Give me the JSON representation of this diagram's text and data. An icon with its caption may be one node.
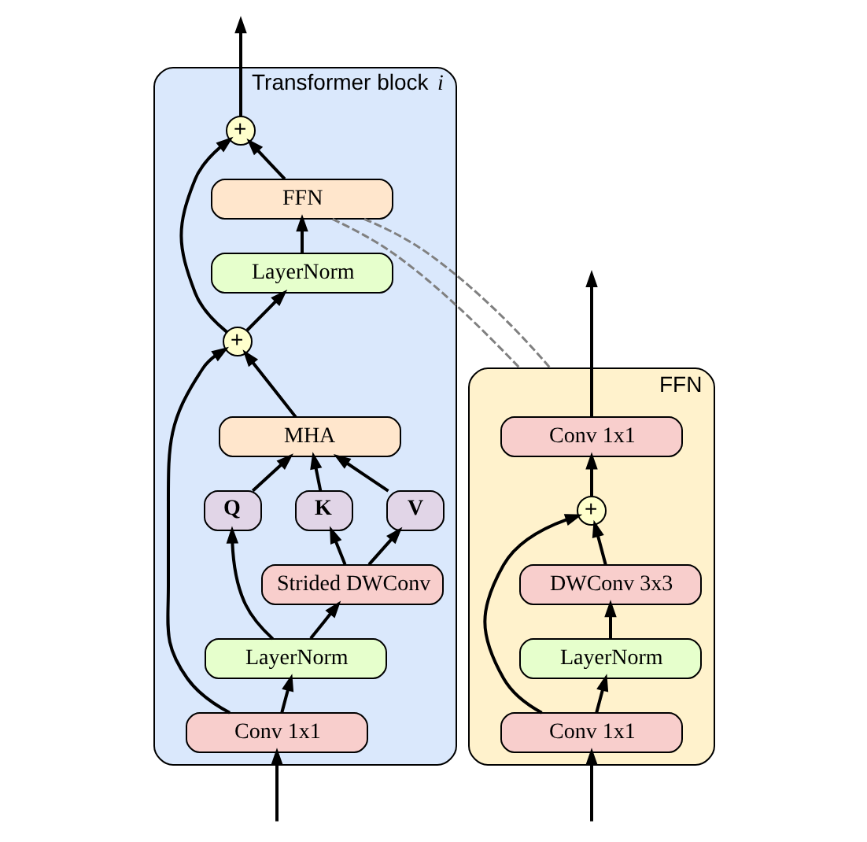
{
  "diagram": {
    "nodes": [
      {
        "text": [
          "Transformer block *i*"
        ]
      },
      {
        "text": [
          "+"
        ],
        "in": 0
      },
      {
        "text": [
          "FFN"
        ],
        "in": 0
      },
      {
        "text": [
          "LayerNorm"
        ],
        "in": 0
      },
      {
        "text": [
          "+"
        ],
        "in": 0
      },
      {
        "text": [
          "MHA"
        ],
        "in": 0
      },
      {
        "text": [
          "Q"
        ],
        "in": 0
      },
      {
        "text": [
          "K"
        ],
        "in": 0
      },
      {
        "text": [
          "V"
        ],
        "in": 0
      },
      {
        "text": [
          "Strided DWConv"
        ],
        "in": 0
      },
      {
        "text": [
          "LayerNorm"
        ],
        "in": 0
      },
      {
        "text": [
          "Conv 1x1"
        ],
        "in": 0
      },
      {
        "text": [
          "FFN"
        ]
      },
      {
        "text": [
          "Conv 1x1"
        ],
        "in": 12
      },
      {
        "text": [
          "+"
        ],
        "in": 12
      },
      {
        "text": [
          "DWConv 3x3"
        ],
        "in": 12
      },
      {
        "text": [
          "LayerNorm"
        ],
        "in": 12
      },
      {
        "text": [
          "Conv 1x1"
        ],
        "in": 12
      }
    ],
    "edges": [
      {
        "from": null,
        "to": 11,
        "arrow": "to"
      },
      {
        "from": 11,
        "to": 10,
        "arrow": "to"
      },
      {
        "from": 11,
        "to": 4,
        "arrow": "to"
      },
      {
        "from": 10,
        "to": 6,
        "arrow": "to"
      },
      {
        "from": 10,
        "to": 9,
        "arrow": "to"
      },
      {
        "from": 9,
        "to": 7,
        "arrow": "to"
      },
      {
        "from": 9,
        "to": 8,
        "arrow": "to"
      },
      {
        "from": 6,
        "to": 5,
        "arrow": "to"
      },
      {
        "from": 7,
        "to": 5,
        "arrow": "to"
      },
      {
        "from": 8,
        "to": 5,
        "arrow": "to"
      },
      {
        "from": 5,
        "to": 4,
        "arrow": "to"
      },
      {
        "from": 4,
        "to": 3,
        "arrow": "to"
      },
      {
        "from": 4,
        "to": 1,
        "arrow": "to"
      },
      {
        "from": 3,
        "to": 2,
        "arrow": "to"
      },
      {
        "from": 2,
        "to": 1,
        "arrow": "to"
      },
      {
        "from": 1,
        "to": null,
        "arrow": "to"
      },
      {
        "from": 2,
        "to": 12,
        "arrow": "none",
        "style": "dashed",
        "color": "#808080"
      },
      {
        "from": 2,
        "to": 12,
        "arrow": "none",
        "style": "dashed",
        "color": "#808080"
      },
      {
        "from": null,
        "to": 17,
        "arrow": "to"
      },
      {
        "from": 17,
        "to": 16,
        "arrow": "to"
      },
      {
        "from": 17,
        "to": 14,
        "arrow": "to"
      },
      {
        "from": 16,
        "to": 15,
        "arrow": "to"
      },
      {
        "from": 15,
        "to": 14,
        "arrow": "to"
      },
      {
        "from": 14,
        "to": 13,
        "arrow": "to"
      },
      {
        "from": 13,
        "to": null,
        "arrow": "to"
      }
    ]
  }
}
